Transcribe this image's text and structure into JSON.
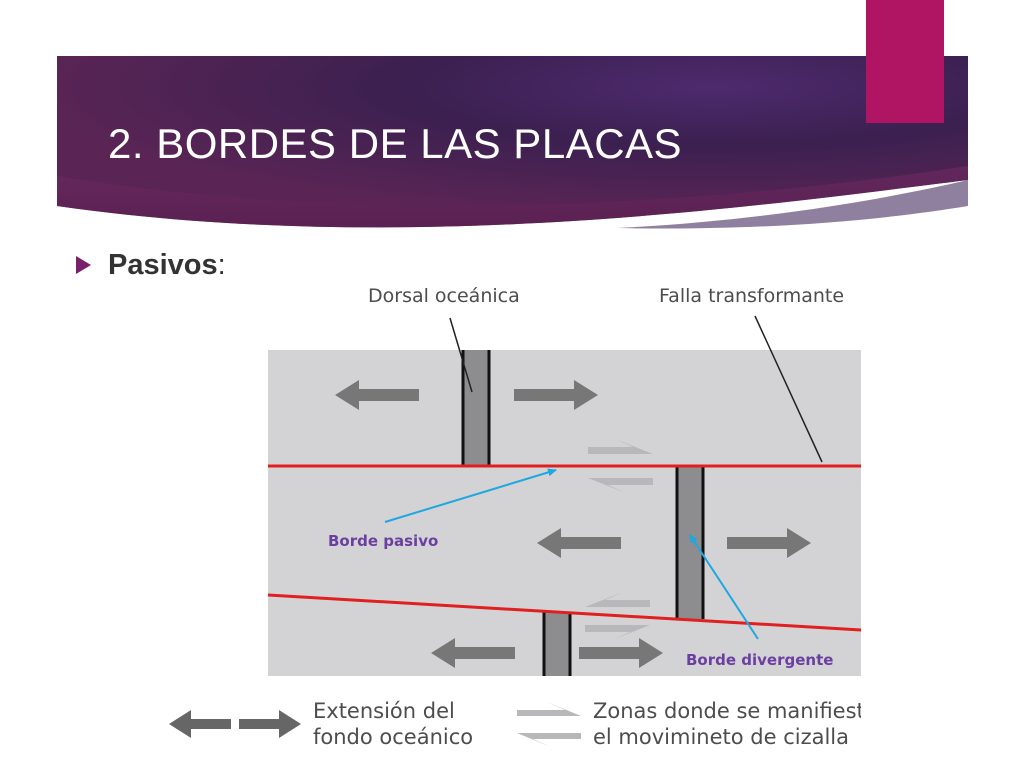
{
  "slide": {
    "title": "2. BORDES DE LAS PLACAS",
    "bullet": "Pasivos",
    "bullet_suffix": ":"
  },
  "diagram": {
    "labels": {
      "ridge": "Dorsal oceánica",
      "transform_fault": "Falla transformante",
      "passive_border": "Borde pasivo",
      "divergent_border": "Borde divergente"
    },
    "legend": {
      "extension_line1": "Extensión del",
      "extension_line2": "fondo oceánico",
      "shear_line1": "Zonas donde se manifiesta",
      "shear_line2": "el movimineto de cizalla"
    }
  },
  "colors": {
    "banner_dark": "#3a1e4a",
    "banner_mid": "#6a2a5e",
    "accent_pink": "#b01564",
    "plate_fill": "#d3d3d6",
    "fault_red": "#e02020",
    "pointer_blue": "#1ea7e0",
    "label_purple": "#6b3fa0",
    "arrow_gray": "#777777"
  }
}
